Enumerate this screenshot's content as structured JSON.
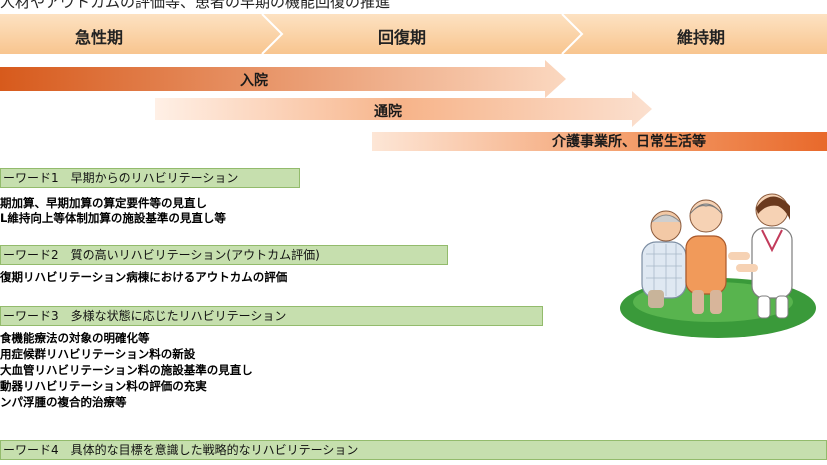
{
  "top_text": "人材やアウトカムの評価等、患者の早期の機能回復の推進",
  "phases": [
    {
      "label": "急性期"
    },
    {
      "label": "回復期"
    },
    {
      "label": "維持期"
    }
  ],
  "arrows": [
    {
      "label": "入院"
    },
    {
      "label": "通院"
    },
    {
      "label": "介護事業所、日常生活等"
    }
  ],
  "keywords": [
    {
      "title": "ーワード1　早期からのリハビリテーション",
      "items": [
        "期加算、早期加算の算定要件等の見直し",
        "L維持向上等体制加算の施設基準の見直し等"
      ]
    },
    {
      "title": "ーワード2　質の高いリハビリテーション(アウトカム評価)",
      "items": [
        "復期リハビリテーション病棟におけるアウトカムの評価"
      ]
    },
    {
      "title": "ーワード3　多様な状態に応じたリハビリテーション",
      "items": [
        "食機能療法の対象の明確化等",
        "用症候群リハビリテーション料の新設",
        "大血管リハビリテーション料の施設基準の見直し",
        "動器リハビリテーション料の評価の充実",
        "ンパ浮腫の複合的治療等"
      ]
    },
    {
      "title": "ーワード4　具体的な目標を意識した戦略的なリハビリテーション",
      "items": []
    }
  ],
  "colors": {
    "phase_band": "#fbd3a8",
    "arrow_dark": "#e06a2a",
    "arrow_light": "#f9c4a0",
    "keyword_box": "#c6dfae",
    "grass": "#3a9a3a"
  },
  "illustration": "rehabilitation-caregivers-with-elderly-patient"
}
